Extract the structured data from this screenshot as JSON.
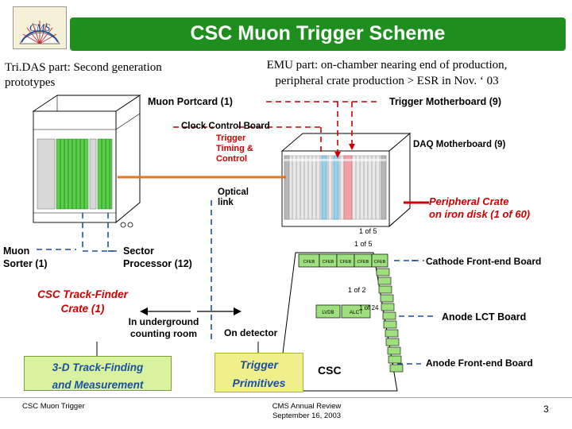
{
  "title": "CSC Muon Trigger Scheme",
  "logo": {
    "name": "cms-logo",
    "text": "CMS"
  },
  "header": {
    "tridas": "Tri.DAS part: Second generation prototypes",
    "emu_line1": "EMU part: on-chamber  nearing end of production,",
    "emu_line2": "peripheral crate production > ESR in Nov. ‘ 03"
  },
  "labels": {
    "muon_portcard": "Muon Portcard (1)",
    "trigger_motherboard": "Trigger Motherboard (9)",
    "clock_control_board": "Clock Control Board",
    "daq_motherboard": "DAQ Motherboard (9)",
    "ttc_line1": "Trigger",
    "ttc_line2": "Timing &",
    "ttc_line3": "Control",
    "optical_line1": "Optical",
    "optical_line2": "link",
    "peripheral_crate_line1": "Peripheral Crate",
    "peripheral_crate_line2": "on iron disk (1 of 60)",
    "one_of_5_a": "1 of 5",
    "one_of_5_b": "1 of 5",
    "muon_sorter_line1": "Muon",
    "muon_sorter_line2": "Sorter (1)",
    "sector_processor_line1": "Sector",
    "sector_processor_line2": "Processor (12)",
    "cathode_front_end_board": "Cathode Front-end Board",
    "one_of_2": "1 of 2",
    "one_of_24": "1 of 24",
    "track_finder_crate_line1": "CSC Track-Finder",
    "track_finder_crate_line2": "Crate (1)",
    "underground_line1": "In underground",
    "underground_line2": "counting room",
    "on_detector": "On detector",
    "anode_lct_board": "Anode LCT Board",
    "anode_front_end_board": "Anode Front-end Board",
    "csc": "CSC",
    "box_3d_line1": "3-D Track-Finding",
    "box_3d_line2": "and Measurement",
    "box_trigger_line1": "Trigger",
    "box_trigger_line2": "Primitives",
    "chip_cfeb1": "CFEB",
    "chip_cfeb2": "CFEB",
    "chip_cfeb3": "CFEB",
    "chip_cfeb4": "CFEB",
    "chip_cfeb5": "CFEB",
    "chip_lvdb": "LVDB",
    "chip_alct": "ALCT"
  },
  "footer": {
    "left": "CSC Muon Trigger",
    "center_line1": "CMS Annual Review",
    "center_line2": "September 16, 2003",
    "page": "3"
  },
  "colors": {
    "title_bar": "#1e8f1e",
    "accent_red": "#cc0000",
    "accent_blue": "#1b4fa0",
    "green_box": "#d9f2a0",
    "yellow_box": "#efef8c",
    "orange_link": "#e8741c",
    "dashed_blue": "#1b4fa0"
  }
}
